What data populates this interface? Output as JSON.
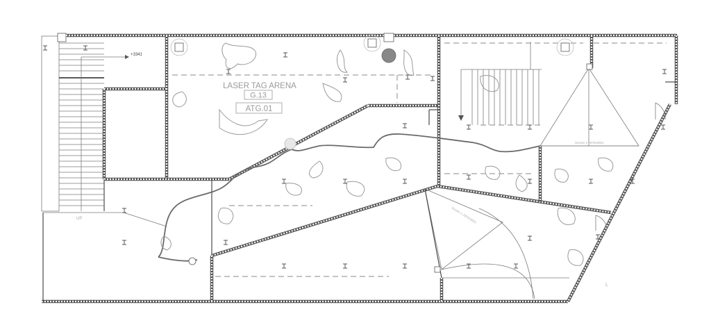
{
  "drawing": {
    "room_name": "LASER TAG ARENA",
    "room_number": "G.13",
    "room_tag": "ATG.01",
    "level_marker": "+3341",
    "stair_up_label": "UP",
    "screen_label_1": "Screen 2 2970x3001",
    "screen_label_2": "Screen 1 2970x3001",
    "corner_mark": "L"
  },
  "colors": {
    "wall": "#555555",
    "linework": "#7a7a7a",
    "annotation": "#9a9a9a",
    "background": "#ffffff"
  }
}
